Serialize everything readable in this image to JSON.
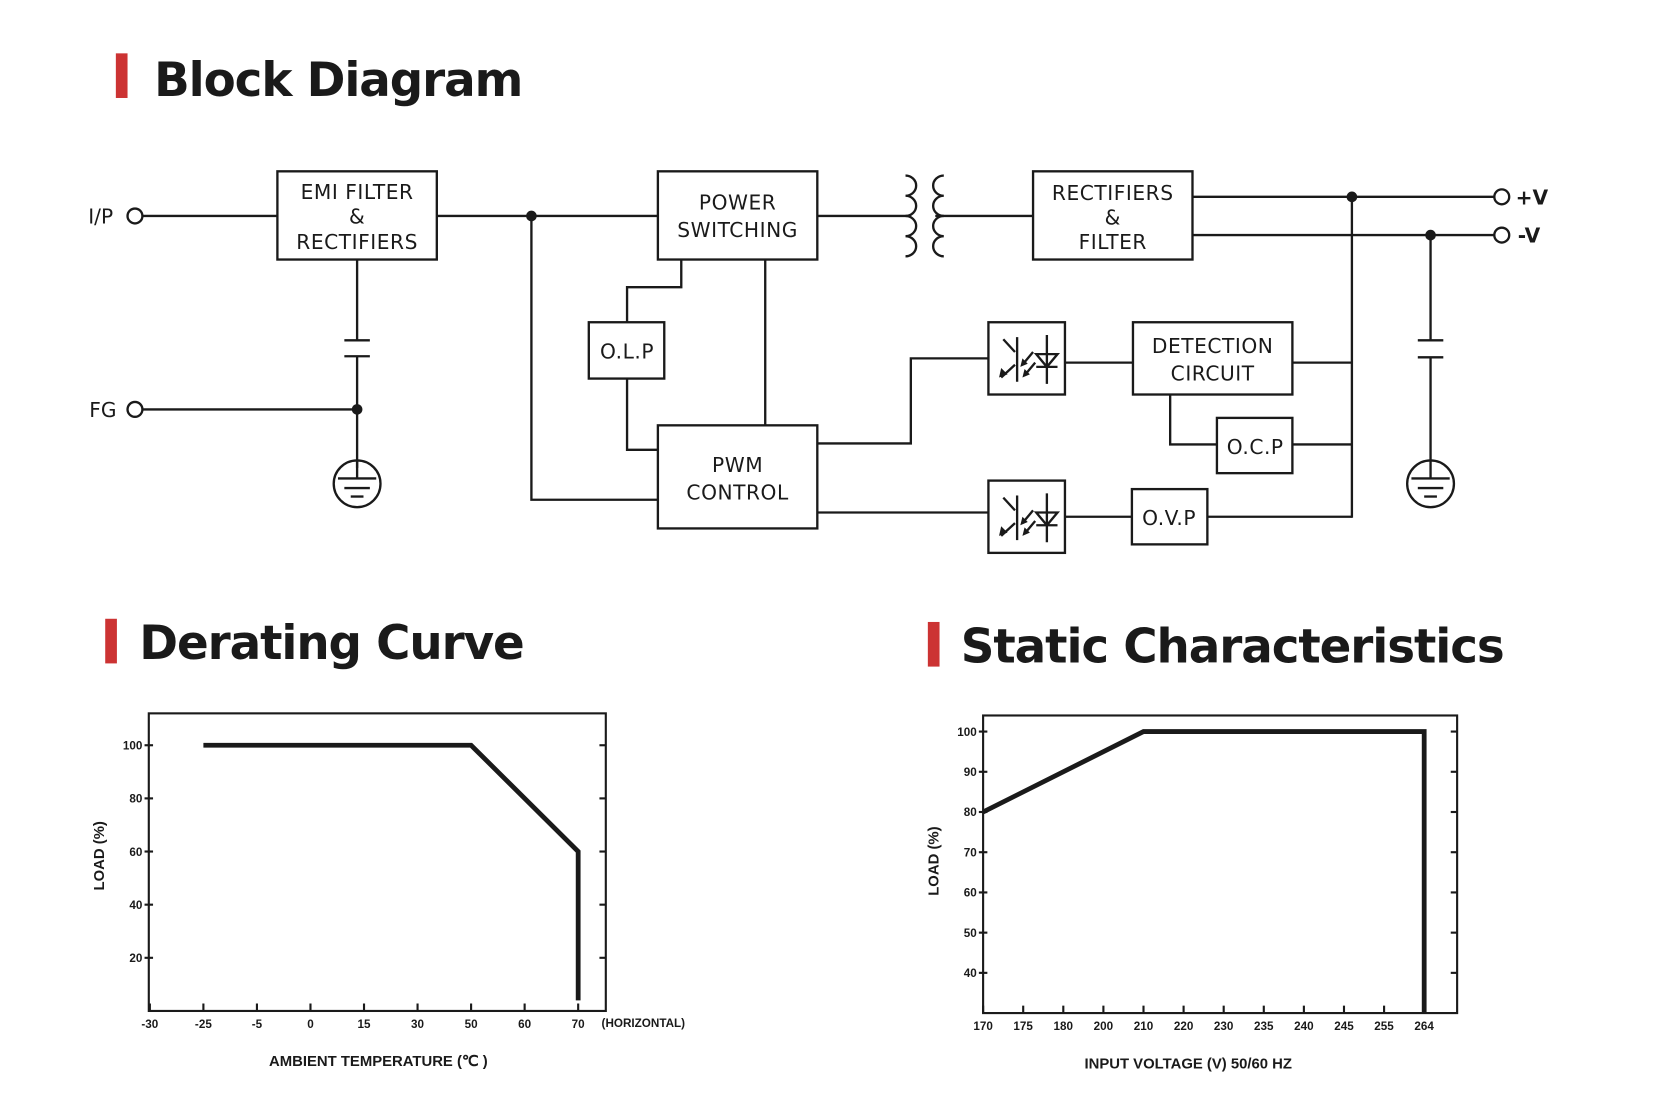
{
  "accent_color": "#cc3333",
  "block_diagram": {
    "title": "Block Diagram",
    "input_label": "I/P",
    "fg_label": "FG",
    "output_plus": "+V",
    "output_minus": "-V",
    "blocks": {
      "emi": [
        "EMI FILTER",
        "&",
        "RECTIFIERS"
      ],
      "power": [
        "POWER",
        "SWITCHING"
      ],
      "rect": [
        "RECTIFIERS",
        "&",
        "FILTER"
      ],
      "olp": "O.L.P",
      "pwm": [
        "PWM",
        "CONTROL"
      ],
      "detection": [
        "DETECTION",
        "CIRCUIT"
      ],
      "ocp": "O.C.P",
      "ovp": "O.V.P"
    },
    "icons": [
      "transformer-icon",
      "capacitor-icon",
      "ground-icon",
      "optocoupler-icon",
      "terminal-icon"
    ]
  },
  "derating": {
    "title": "Derating Curve",
    "extra_label": "(HORIZONTAL)"
  },
  "static": {
    "title": "Static Characteristics"
  },
  "chart_data": [
    {
      "type": "line",
      "title": "Derating Curve",
      "xlabel": "AMBIENT TEMPERATURE (℃ )",
      "ylabel": "LOAD (%)",
      "x_ticks": [
        "-30",
        "-25",
        "-5",
        "0",
        "15",
        "30",
        "50",
        "60",
        "70"
      ],
      "y_ticks": [
        20,
        40,
        60,
        80,
        100
      ],
      "ylim": [
        0,
        112
      ],
      "grid": false,
      "series": [
        {
          "x": [
            "-25",
            "50",
            "70",
            "70"
          ],
          "y": [
            100,
            100,
            60,
            4
          ]
        }
      ]
    },
    {
      "type": "line",
      "title": "Static Characteristics",
      "xlabel": "INPUT VOLTAGE (V) 50/60 HZ",
      "ylabel": "LOAD (%)",
      "x_ticks": [
        "170",
        "175",
        "180",
        "200",
        "210",
        "220",
        "230",
        "235",
        "240",
        "245",
        "255",
        "264"
      ],
      "y_ticks": [
        40,
        50,
        60,
        70,
        80,
        90,
        100
      ],
      "ylim": [
        30,
        104
      ],
      "grid": false,
      "series": [
        {
          "x": [
            "170",
            "210",
            "264",
            "264"
          ],
          "y": [
            80,
            100,
            100,
            30
          ]
        }
      ]
    }
  ]
}
